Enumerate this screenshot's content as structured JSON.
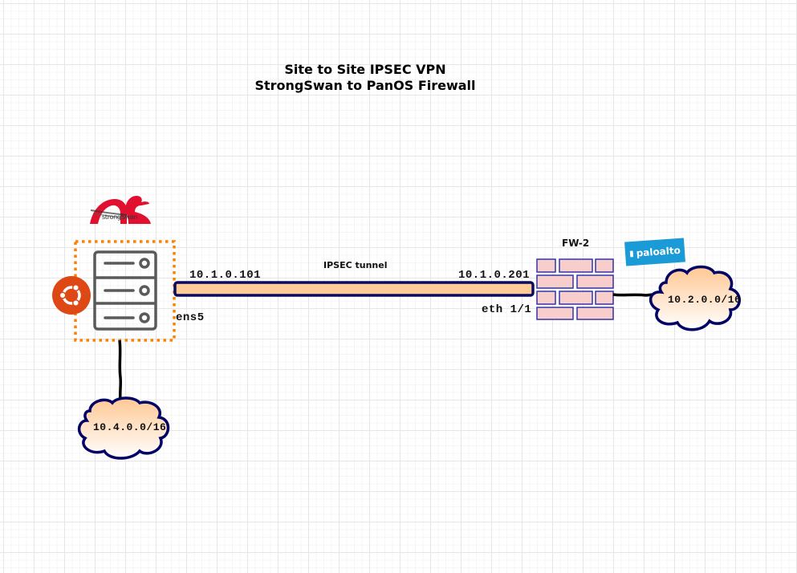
{
  "title": {
    "line1": "Site to Site  IPSEC VPN",
    "line2": "StrongSwan to PanOS Firewall"
  },
  "left_site": {
    "logo": "strongswan-logo",
    "logo_text": "strongSwan",
    "os_icon": "ubuntu-icon",
    "server_icon": "server-icon",
    "interface": "ens5",
    "ip": "10.1.0.101",
    "network": "10.4.0.0/16"
  },
  "tunnel": {
    "label": "IPSEC tunnel"
  },
  "right_site": {
    "firewall_name": "FW-2",
    "firewall_icon": "firewall-brick-icon",
    "vendor_logo_text": "paloalto",
    "ip": "10.1.0.201",
    "interface": "eth 1/1",
    "network": "10.2.0.0/16"
  },
  "colors": {
    "tunnel_fill": "#ffcc99",
    "tunnel_stroke": "#0b0b5e",
    "cloud_stroke": "#000066",
    "cloud_fill_top": "#ffcc99",
    "brick_fill": "#f8cecc",
    "brick_stroke": "#3333a8",
    "server_stroke": "#5a5a5a",
    "selection_dots": "#ff8000",
    "ubuntu": "#dd4814",
    "strongswan": "#e0102e",
    "paloalto": "#1a9ad6"
  }
}
